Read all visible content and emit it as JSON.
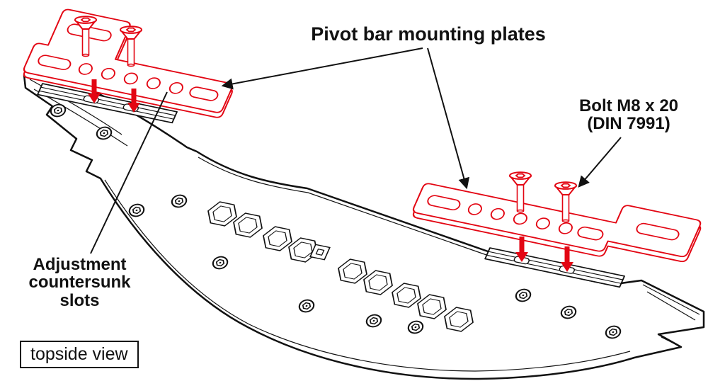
{
  "colors": {
    "highlight": "#e30613",
    "line": "#111111",
    "background": "#ffffff"
  },
  "labels": {
    "pivot_plates": "Pivot bar mounting plates",
    "bolt_spec": {
      "line1": "Bolt M8 x 20",
      "line2": "(DIN 7991)"
    },
    "adjustment": {
      "line1": "Adjustment",
      "line2": "countersunk",
      "line3": "slots"
    },
    "view_tag": "topside view"
  }
}
